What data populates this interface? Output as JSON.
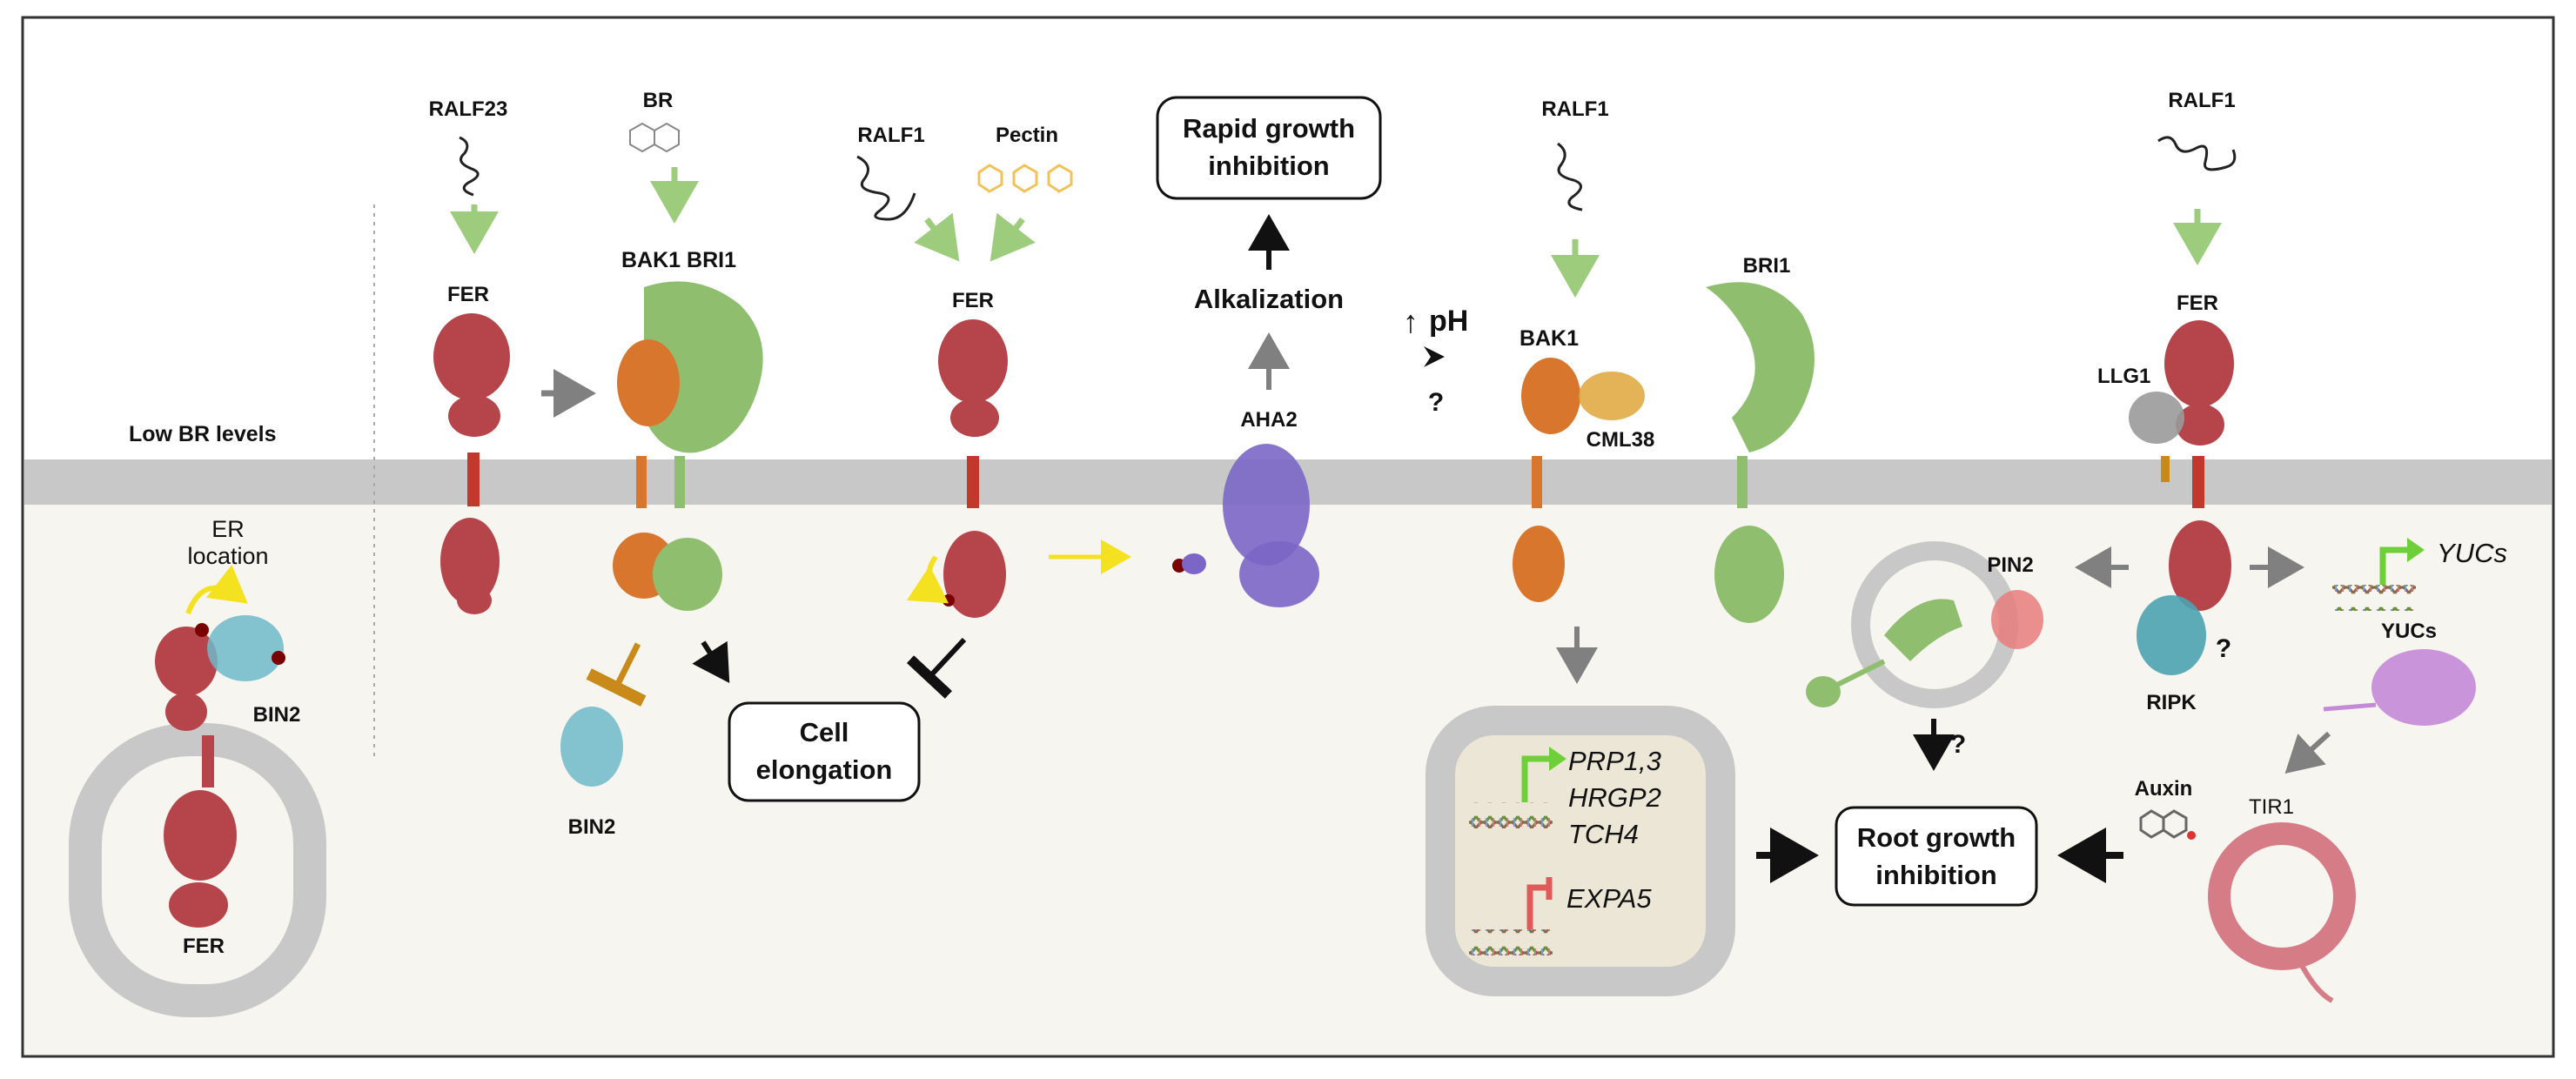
{
  "colors": {
    "fer": "#b5454a",
    "bri1": "#8fbf6e",
    "bak1": "#d9762d",
    "bin2": "#6fb9c9",
    "aha2": "#7b66c7",
    "ralf": "#222222",
    "pectin": "#f2c25a",
    "cml38": "#e0a63a",
    "llg1": "#9a9a9a",
    "ripk": "#4aa3b0",
    "yucs": "#c48ad8",
    "pin2": "#e87c7c",
    "tir1": "#d67c86",
    "green_arrow": "#9ccc7c",
    "grey_arrow": "#808080",
    "yellow_arrow": "#f4e120",
    "membrane": "#c8c8c8",
    "cytoplasm": "#f7f5ef",
    "nucleus": "#ebe6d6",
    "inhibit_brown": "#c98a1a",
    "gene_green": "#6fcf3a",
    "gene_red": "#e05a5a"
  },
  "labels": {
    "low_br": "Low BR levels",
    "er_location_line1": "ER",
    "er_location_line2": "location",
    "bin2_er": "BIN2",
    "fer_er": "FER",
    "ralf23": "RALF23",
    "fer_1": "FER",
    "br": "BR",
    "bak1_bri1": "BAK1 BRI1",
    "bin2_free": "BIN2",
    "ralf1_1": "RALF1",
    "pectin": "Pectin",
    "fer_2": "FER",
    "cell_elongation_1": "Cell",
    "cell_elongation_2": "elongation",
    "rapid_1": "Rapid growth",
    "rapid_2": "inhibition",
    "alkalization": "Alkalization",
    "aha2": "AHA2",
    "ph": "pH",
    "question_1": "?",
    "ralf1_2": "RALF1",
    "bak1": "BAK1",
    "cml38": "CML38",
    "bri1": "BRI1",
    "gene_1": "PRP1,3",
    "gene_2": "HRGP2",
    "gene_3": "TCH4",
    "gene_4": "EXPA5",
    "root_1": "Root growth",
    "root_2": "inhibition",
    "ralf1_3": "RALF1",
    "fer_3": "FER",
    "llg1": "LLG1",
    "pin2": "PIN2",
    "ripk": "RIPK",
    "question_2": "?",
    "question_3": "?",
    "yucs_gene": "YUCs",
    "yucs_protein": "YUCs",
    "auxin": "Auxin",
    "tir1": "TIR1"
  }
}
